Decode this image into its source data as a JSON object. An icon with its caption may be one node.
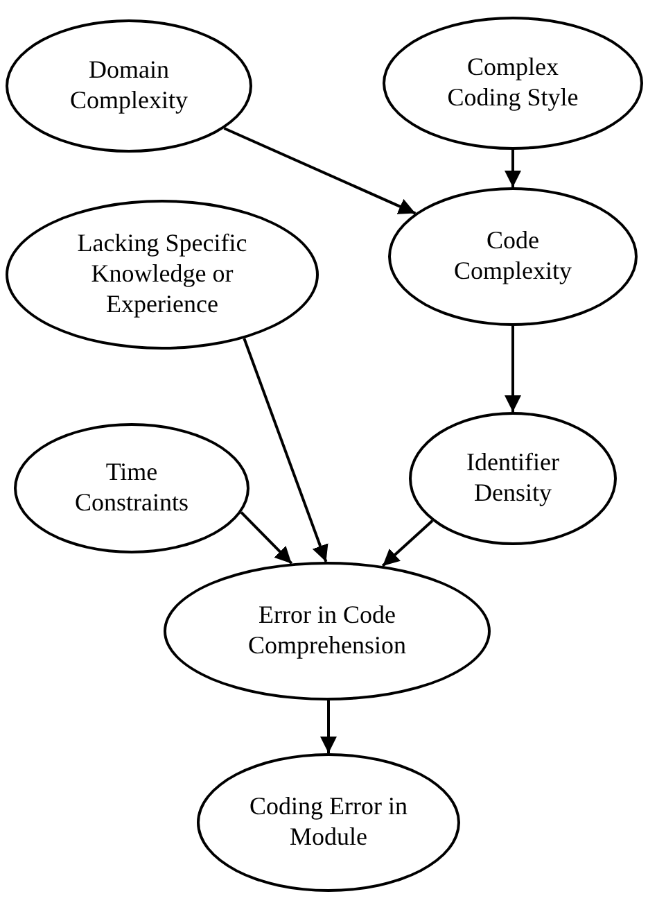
{
  "diagram": {
    "nodes": [
      {
        "text": [
          "Domain Complexity"
        ]
      },
      {
        "text": [
          "Complex Coding Style"
        ]
      },
      {
        "text": [
          "Lacking Specific Knowledge or Experience"
        ]
      },
      {
        "text": [
          "Code Complexity"
        ]
      },
      {
        "text": [
          "Time Constraints"
        ]
      },
      {
        "text": [
          "Identifier Density"
        ]
      },
      {
        "text": [
          "Error in Code Comprehension"
        ]
      },
      {
        "text": [
          "Coding Error in Module"
        ]
      }
    ],
    "edges": [
      {
        "from": 0,
        "to": 3,
        "arrow": "to"
      },
      {
        "from": 1,
        "to": 3,
        "arrow": "to"
      },
      {
        "from": 3,
        "to": 5,
        "arrow": "to"
      },
      {
        "from": 2,
        "to": 6,
        "arrow": "to"
      },
      {
        "from": 4,
        "to": 6,
        "arrow": "to"
      },
      {
        "from": 5,
        "to": 6,
        "arrow": "to"
      },
      {
        "from": 6,
        "to": 7,
        "arrow": "to"
      }
    ]
  }
}
